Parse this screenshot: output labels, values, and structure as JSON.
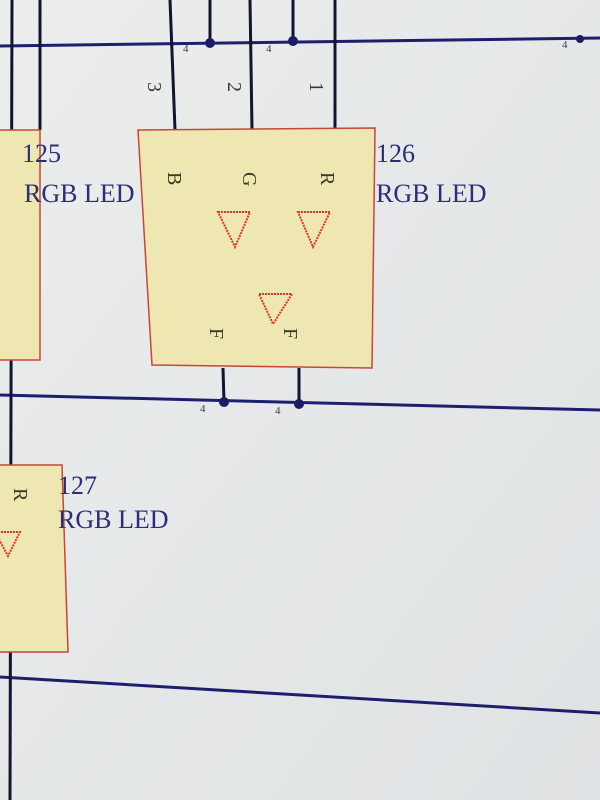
{
  "components": [
    {
      "ref": "125",
      "name": "RGB LED"
    },
    {
      "ref": "126",
      "name": "RGB LED",
      "pins": {
        "top": [
          "B",
          "G",
          "R"
        ],
        "bottom": [
          "F",
          "F"
        ],
        "numbers": [
          "3",
          "2",
          "1"
        ]
      }
    },
    {
      "ref": "127",
      "name": "RGB LED",
      "pins": {
        "top": [
          "R"
        ]
      }
    }
  ],
  "junction_label": "4",
  "colors": {
    "wire": "#1c1f6e",
    "component_fill": "#efe7b2",
    "component_outline": "#c9453a",
    "diode": "#e0352b",
    "background": "#e9ebea"
  }
}
